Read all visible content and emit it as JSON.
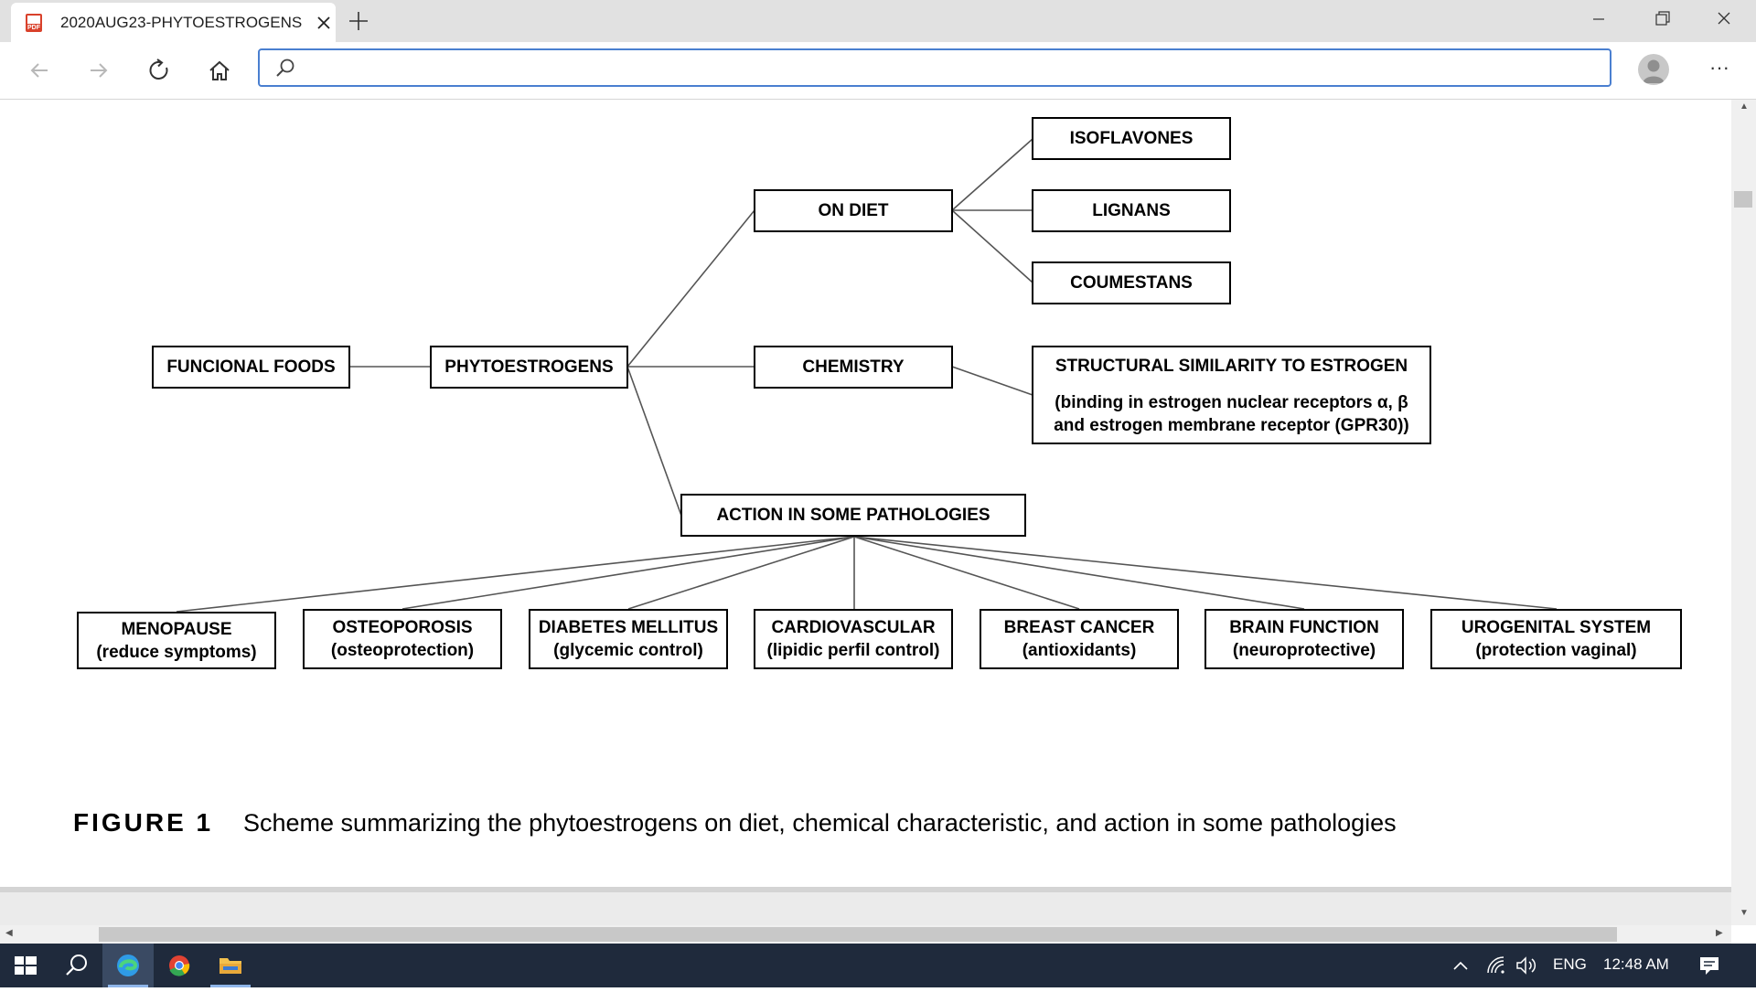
{
  "browser": {
    "tab_title": "2020AUG23-PHYTOESTROGENS",
    "tab_icon": "pdf-icon",
    "address_value": "",
    "address_placeholder": ""
  },
  "diagram": {
    "nodes": {
      "funcional_foods": "FUNCIONAL FOODS",
      "phytoestrogens": "PHYTOESTROGENS",
      "on_diet": "ON DIET",
      "chemistry": "CHEMISTRY",
      "action": "ACTION IN SOME PATHOLOGIES",
      "isoflavones": "ISOFLAVONES",
      "lignans": "LIGNANS",
      "coumestans": "COUMESTANS",
      "structural_title": "STRUCTURAL SIMILARITY TO ESTROGEN",
      "structural_line1": "(binding in estrogen nuclear receptors α, β",
      "structural_line2": "and estrogen membrane receptor (GPR30))"
    },
    "pathologies": [
      {
        "title": "MENOPAUSE",
        "sub": "(reduce symptoms)"
      },
      {
        "title": "OSTEOPOROSIS",
        "sub": "(osteoprotection)"
      },
      {
        "title": "DIABETES MELLITUS",
        "sub": "(glycemic control)"
      },
      {
        "title": "CARDIOVASCULAR",
        "sub": "(lipidic perfil control)"
      },
      {
        "title": "BREAST CANCER",
        "sub": "(antioxidants)"
      },
      {
        "title": "BRAIN FUNCTION",
        "sub": "(neuroprotective)"
      },
      {
        "title": "UROGENITAL SYSTEM",
        "sub": "(protection vaginal)"
      }
    ],
    "caption_label": "FIGURE 1",
    "caption_text": "Scheme summarizing the phytoestrogens on diet, chemical characteristic, and action in some pathologies"
  },
  "taskbar": {
    "language": "ENG",
    "time": "12:48 AM",
    "apps": [
      "windows-start-icon",
      "search-icon",
      "edge-icon",
      "chrome-icon",
      "file-explorer-icon"
    ]
  },
  "colors": {
    "tabbar_bg": "#e1e1e1",
    "address_border": "#4a7fd0",
    "taskbar_bg": "#1f2a3c"
  }
}
